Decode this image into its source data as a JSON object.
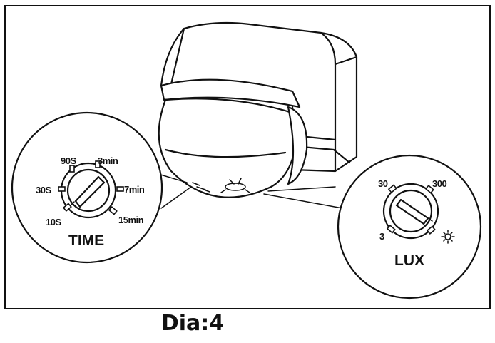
{
  "time_dial": {
    "title": "TIME",
    "labels": [
      "10S",
      "30S",
      "90S",
      "3min",
      "7min",
      "15min"
    ]
  },
  "lux_dial": {
    "title": "LUX",
    "labels": [
      "3",
      "30",
      "300"
    ],
    "sun_icon": "sun-icon"
  },
  "caption": "Dia:4"
}
